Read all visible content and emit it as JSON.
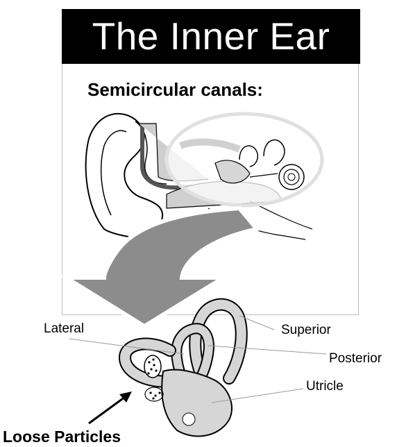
{
  "title": "The Inner Ear",
  "subtitle": "Semicircular canals:",
  "labels": {
    "lateral": "Lateral",
    "superior": "Superior",
    "posterior": "Posterior",
    "utricle": "Utricle",
    "loose_particles": "Loose Particles"
  },
  "colors": {
    "title_bg": "#000000",
    "title_text": "#ffffff",
    "organ_fill": "#d6d6d6",
    "arrow_fill": "#8c8c8c",
    "outline": "#000000"
  },
  "icons": [
    "ear-illustration",
    "zoom-ellipse",
    "curved-arrow",
    "inner-ear-canals",
    "pointer-arrow"
  ]
}
